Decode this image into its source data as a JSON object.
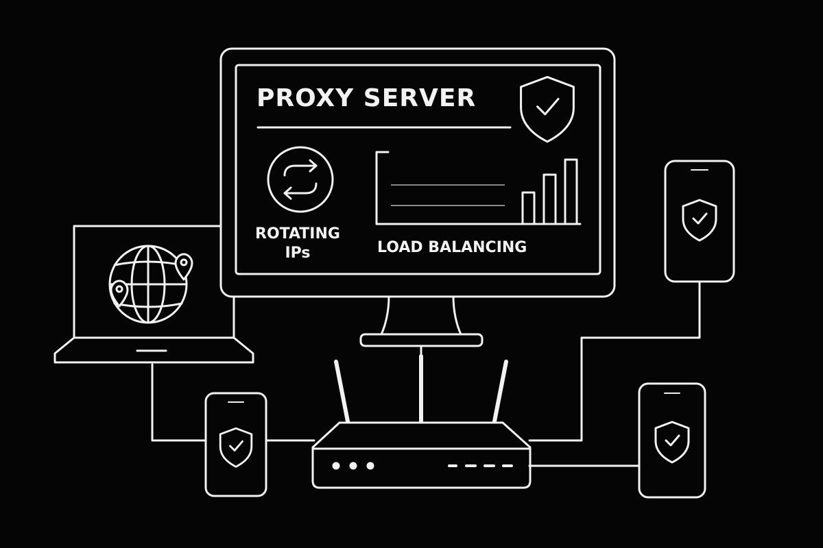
{
  "colors": {
    "background": "#050505",
    "stroke": "#f2f2f2"
  },
  "monitor": {
    "title": "PROXY SERVER",
    "rotating_label_line1": "ROTATING",
    "rotating_label_line2": "IPs",
    "load_balancing_label": "LOAD BALANCING",
    "icons": [
      "shield-check-icon",
      "rotate-arrows-icon",
      "bar-chart-icon"
    ]
  },
  "laptop": {
    "icons": [
      "globe-icon",
      "location-pin-icon"
    ]
  },
  "router": {
    "antennas": 3,
    "indicator_dots": 3,
    "indicator_dashes": 4
  },
  "phones": [
    {
      "name": "phone-top-right",
      "icon": "shield-check-icon"
    },
    {
      "name": "phone-bottom-left",
      "icon": "shield-check-icon"
    },
    {
      "name": "phone-bottom-right",
      "icon": "shield-check-icon"
    }
  ]
}
